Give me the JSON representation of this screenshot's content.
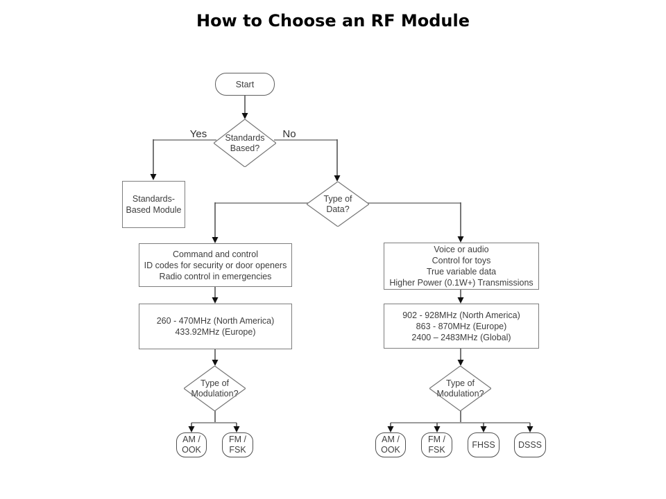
{
  "title": "How to Choose an RF Module",
  "edge_labels": {
    "yes": "Yes",
    "no": "No"
  },
  "colors": {
    "background": "#ffffff",
    "line_horizontal": "#9a9a9a",
    "line_vertical": "#3c3c3c",
    "arrowhead": "#111111",
    "shape_border": "#7d7d7d",
    "text": "#3d3d3d",
    "title_text": "#000000"
  },
  "nodes": {
    "start": {
      "type": "terminator",
      "label": "Start"
    },
    "standards_based": {
      "type": "decision",
      "label": "Standards\nBased?"
    },
    "standards_module": {
      "type": "process",
      "label": "Standards-\nBased Module"
    },
    "type_of_data": {
      "type": "decision",
      "label": "Type of\nData?"
    },
    "command_control": {
      "type": "process",
      "label": "Command and control\nID codes for security or door openers\nRadio control in emergencies"
    },
    "voice_audio": {
      "type": "process",
      "label": "Voice or audio\nControl for toys\nTrue variable data\nHigher Power (0.1W+) Transmissions"
    },
    "freq_left": {
      "type": "process",
      "label": "260 - 470MHz (North America)\n433.92MHz (Europe)"
    },
    "freq_right": {
      "type": "process",
      "label": "902 - 928MHz (North America)\n863 - 870MHz (Europe)\n2400 – 2483MHz (Global)"
    },
    "modulation_left": {
      "type": "decision",
      "label": "Type of\nModulation?"
    },
    "modulation_right": {
      "type": "decision",
      "label": "Type of\nModulation?"
    },
    "am_ook_left": {
      "type": "terminator",
      "label": "AM /\nOOK"
    },
    "fm_fsk_left": {
      "type": "terminator",
      "label": "FM /\nFSK"
    },
    "am_ook_right": {
      "type": "terminator",
      "label": "AM /\nOOK"
    },
    "fm_fsk_right": {
      "type": "terminator",
      "label": "FM /\nFSK"
    },
    "fhss": {
      "type": "terminator",
      "label": "FHSS"
    },
    "dsss": {
      "type": "terminator",
      "label": "DSSS"
    }
  }
}
